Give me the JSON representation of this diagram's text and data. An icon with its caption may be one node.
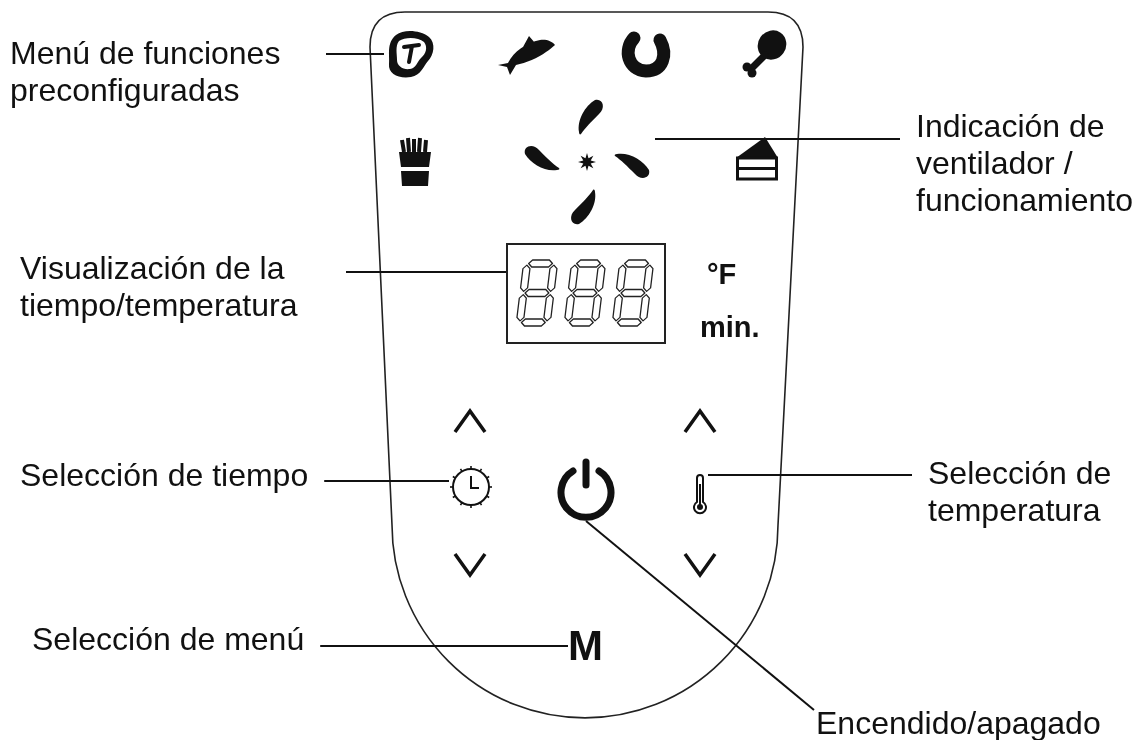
{
  "diagram": {
    "nodes": [
      {
        "text": [
          "Menú de funciones preconfiguradas"
        ]
      },
      {
        "text": [],
        "shape": "picture"
      },
      {
        "text": [
          "Indicación de ventilador / funcionamiento"
        ]
      },
      {
        "text": [],
        "shape": "picture"
      },
      {
        "text": [
          "Visualización de la tiempo/temperatura"
        ]
      },
      {
        "text": [],
        "shape": "box"
      },
      {
        "text": [
          "Selección de tiempo"
        ]
      },
      {
        "text": [],
        "shape": "picture"
      },
      {
        "text": [
          "Selección de temperatura"
        ]
      },
      {
        "text": [],
        "shape": "picture"
      },
      {
        "text": [],
        "shape": "picture"
      },
      {
        "text": [
          "M"
        ]
      },
      {
        "text": [
          "Selección de menú"
        ]
      },
      {
        "text": [
          "Encendido/apagado"
        ]
      }
    ],
    "edges": [
      {
        "from": 0,
        "to": 1,
        "arrow": "none"
      },
      {
        "from": 2,
        "to": 3,
        "arrow": "none"
      },
      {
        "from": 4,
        "to": 5,
        "arrow": "none"
      },
      {
        "from": 6,
        "to": 7,
        "arrow": "none"
      },
      {
        "from": 8,
        "to": 9,
        "arrow": "none"
      },
      {
        "from": 12,
        "to": 11,
        "arrow": "none"
      },
      {
        "from": 13,
        "to": 10,
        "arrow": "none"
      }
    ],
    "labels": [
      "°F",
      "min."
    ]
  }
}
